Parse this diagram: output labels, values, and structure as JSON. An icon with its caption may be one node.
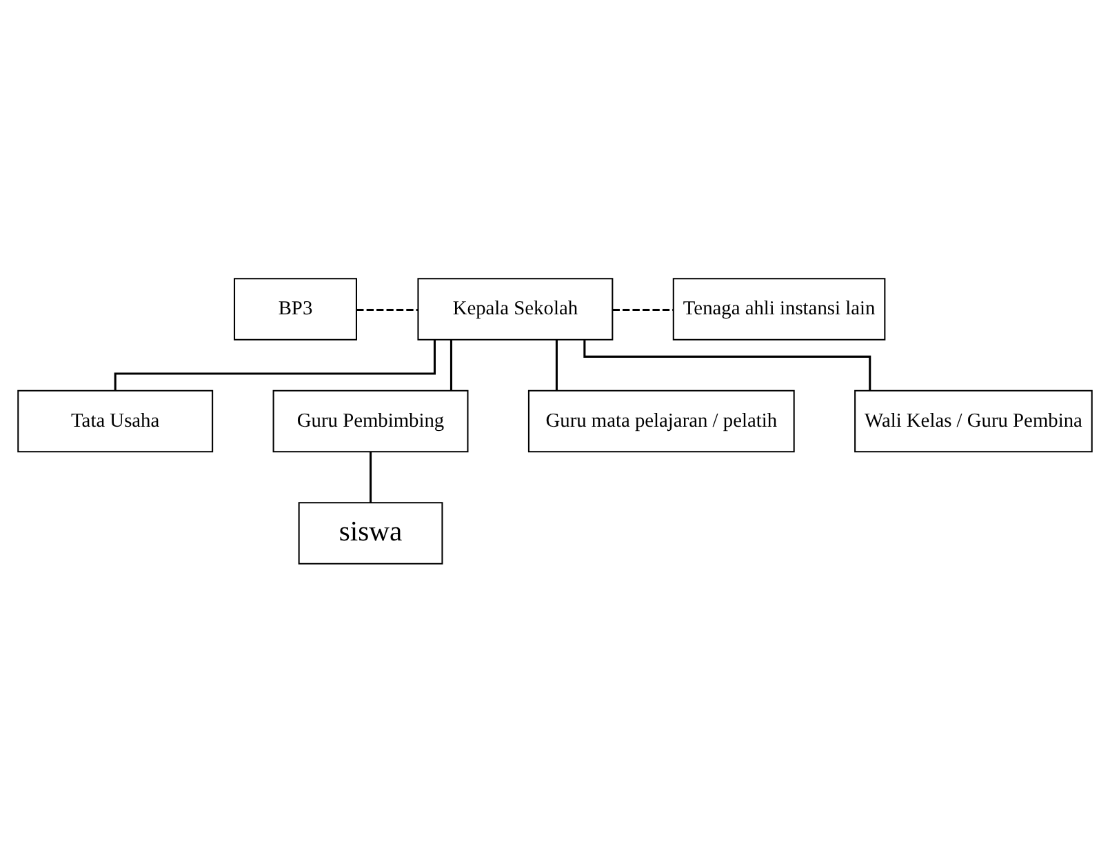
{
  "diagram": {
    "nodes": [
      {
        "text": [
          "BP3"
        ]
      },
      {
        "text": [
          "Kepala Sekolah"
        ]
      },
      {
        "text": [
          "Tenaga ahli instansi lain"
        ]
      },
      {
        "text": [
          "Tata Usaha"
        ]
      },
      {
        "text": [
          "Guru Pembimbing"
        ]
      },
      {
        "text": [
          "Guru mata pelajaran / pelatih"
        ]
      },
      {
        "text": [
          "Wali Kelas / Guru Pembina"
        ]
      },
      {
        "text": [
          "siswa"
        ]
      }
    ],
    "edges": [
      {
        "from": 0,
        "to": 1,
        "arrow": "none",
        "style": "dashed"
      },
      {
        "from": 1,
        "to": 2,
        "arrow": "none",
        "style": "dashed"
      },
      {
        "from": 1,
        "to": 3,
        "arrow": "none"
      },
      {
        "from": 1,
        "to": 4,
        "arrow": "none"
      },
      {
        "from": 1,
        "to": 5,
        "arrow": "none"
      },
      {
        "from": 1,
        "to": 6,
        "arrow": "none"
      },
      {
        "from": 4,
        "to": 7,
        "arrow": "none"
      }
    ]
  }
}
